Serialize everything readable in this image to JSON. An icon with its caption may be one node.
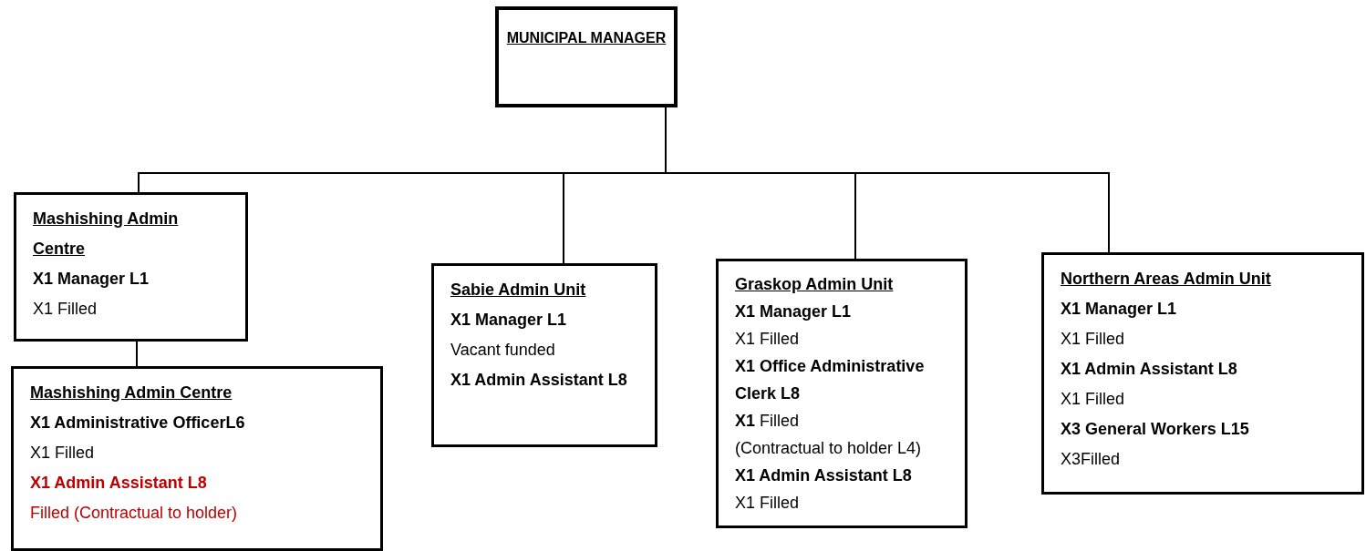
{
  "diagram": {
    "nodes": [
      {
        "text": [
          "MUNICIPAL MANAGER"
        ]
      },
      {
        "text": [
          "Mashishing Admin Centre",
          "X1 Manager L1",
          "X1 Filled"
        ]
      },
      {
        "text": [
          "Mashishing Admin Centre",
          "X1 Administrative OfficerL6",
          "X1 Filled",
          "X1 Admin Assistant L8",
          "Filled (Contractual to holder)"
        ]
      },
      {
        "text": [
          "Sabie Admin Unit",
          "X1 Manager L1",
          "Vacant funded",
          "X1 Admin Assistant L8"
        ]
      },
      {
        "text": [
          "Graskop Admin Unit",
          "X1 Manager L1",
          "X1 Filled",
          "X1 Office Administrative Clerk L8",
          "**X1** Filled",
          "(Contractual to holder L4)",
          "X1 Admin Assistant L8",
          "X1 Filled"
        ]
      },
      {
        "text": [
          "Northern Areas Admin Unit",
          "X1 Manager L1",
          "X1 Filled",
          "X1 Admin Assistant L8",
          "X1 Filled",
          "X3 General Workers L15",
          "X3Filled"
        ]
      }
    ],
    "edges": [
      {
        "from": 0,
        "to": 1,
        "arrow": "none"
      },
      {
        "from": 0,
        "to": 3,
        "arrow": "none"
      },
      {
        "from": 0,
        "to": 4,
        "arrow": "none"
      },
      {
        "from": 0,
        "to": 5,
        "arrow": "none"
      },
      {
        "from": 1,
        "to": 2,
        "arrow": "none"
      }
    ]
  }
}
